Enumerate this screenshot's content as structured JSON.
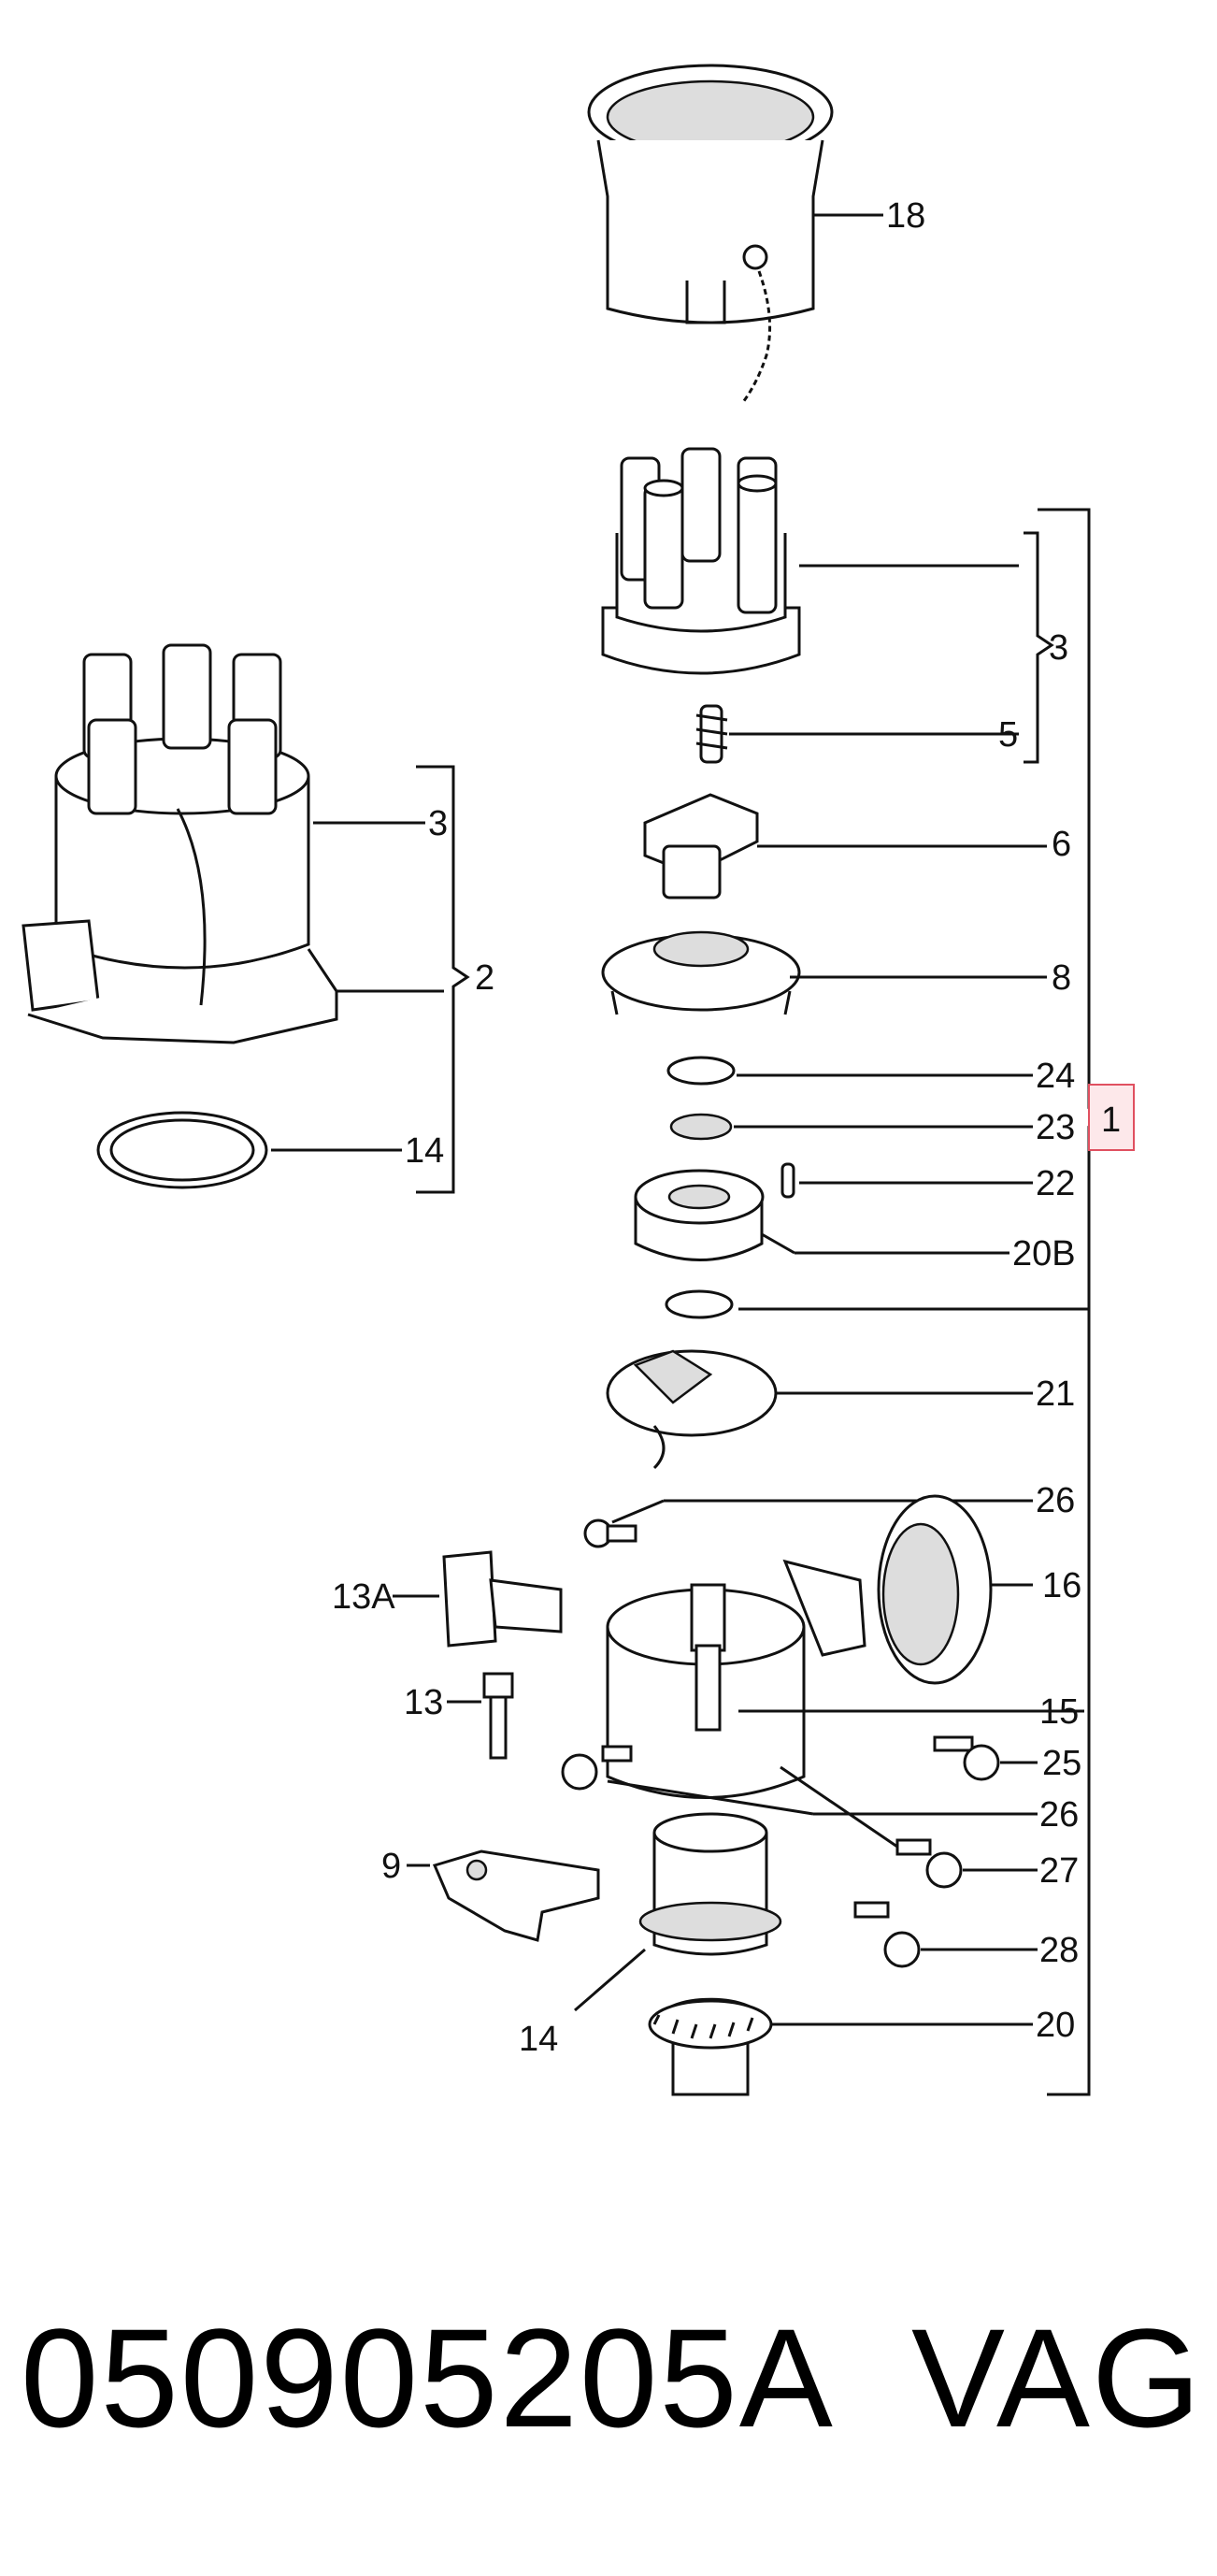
{
  "diagram": {
    "labels": {
      "l18": "18",
      "l3a": "3",
      "l5": "5",
      "l6": "6",
      "l8": "8",
      "l24": "24",
      "l23": "23",
      "l1": "1",
      "l22": "22",
      "l20B": "20B",
      "l21": "21",
      "l26a": "26",
      "l16": "16",
      "l13A": "13A",
      "l13": "13",
      "l15": "15",
      "l25": "25",
      "l26b": "26",
      "l9": "9",
      "l27": "27",
      "l28": "28",
      "l14a": "14",
      "l20": "20",
      "l3b": "3",
      "l2": "2",
      "l14b": "14"
    },
    "highlight_color": "#e05060"
  },
  "footer": {
    "part_number": "050905205A",
    "brand": "VAG"
  }
}
